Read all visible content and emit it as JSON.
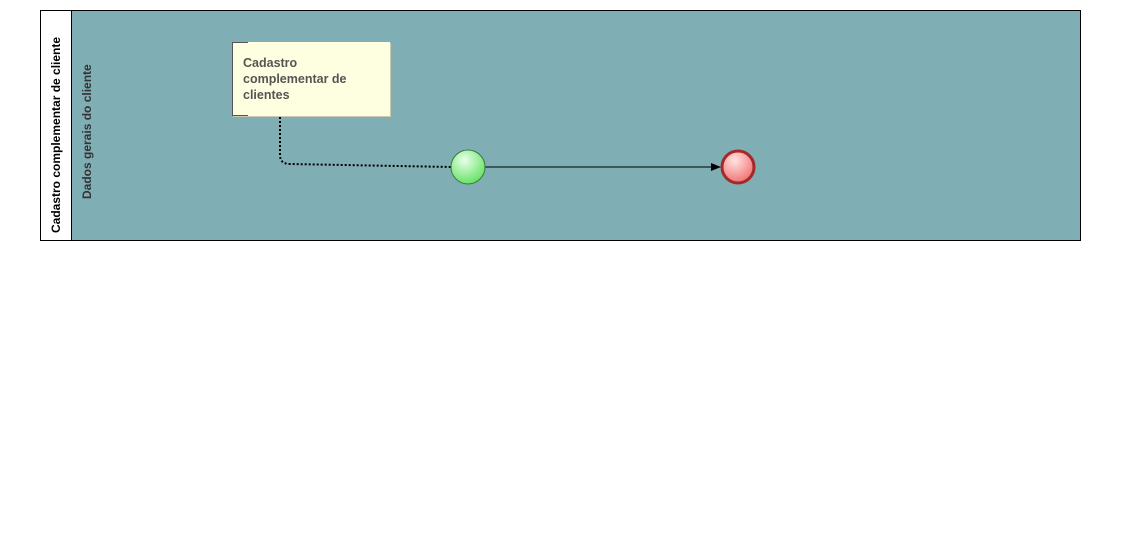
{
  "pool": {
    "title": "Cadastro complementar de cliente"
  },
  "lane": {
    "title": "Dados gerais do cliente"
  },
  "annotation": {
    "text": "Cadastro complementar de clientes"
  },
  "colors": {
    "lane_fill": "#80aeb5",
    "annotation_fill": "#fefee0",
    "start_event_fill": "#7ff07f",
    "end_event_fill": "#f47b7b",
    "end_event_stroke": "#a32a2a"
  }
}
